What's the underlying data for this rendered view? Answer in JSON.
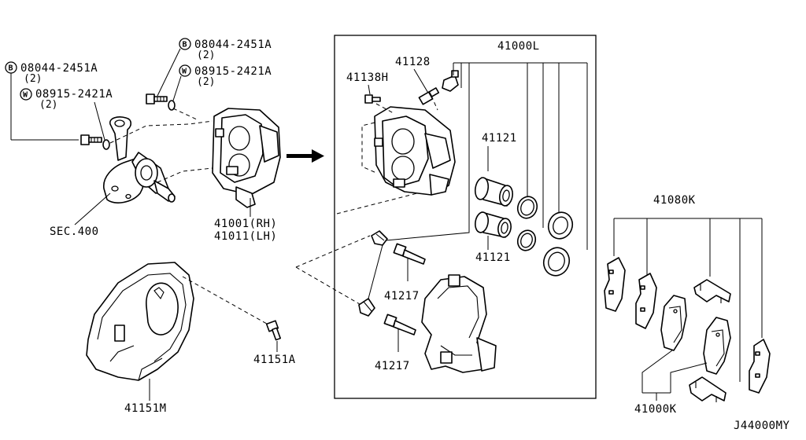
{
  "labels": {
    "bolt_left_code": "08044-2451A",
    "bolt_left_qty": "(2)",
    "washer_left_code": "08915-2421A",
    "washer_left_qty": "(2)",
    "bolt_top_code": "08044-2451A",
    "bolt_top_qty": "(2)",
    "washer_top_code": "08915-2421A",
    "washer_top_qty": "(2)",
    "badge_b": "B",
    "badge_w": "W",
    "sec": "SEC.400",
    "caliper_rh": "41001(RH)",
    "caliper_lh": "41011(LH)",
    "shield": "41151M",
    "shield_bolt": "41151A",
    "bleeder": "41128",
    "bleeder_cap": "41138H",
    "kit": "41000L",
    "piston_upper": "41121",
    "piston_lower": "41121",
    "pin_upper": "41217",
    "pin_lower": "41217",
    "pad_kit": "41080K",
    "pads": "41000K",
    "diagram_code": "J44000MY"
  }
}
